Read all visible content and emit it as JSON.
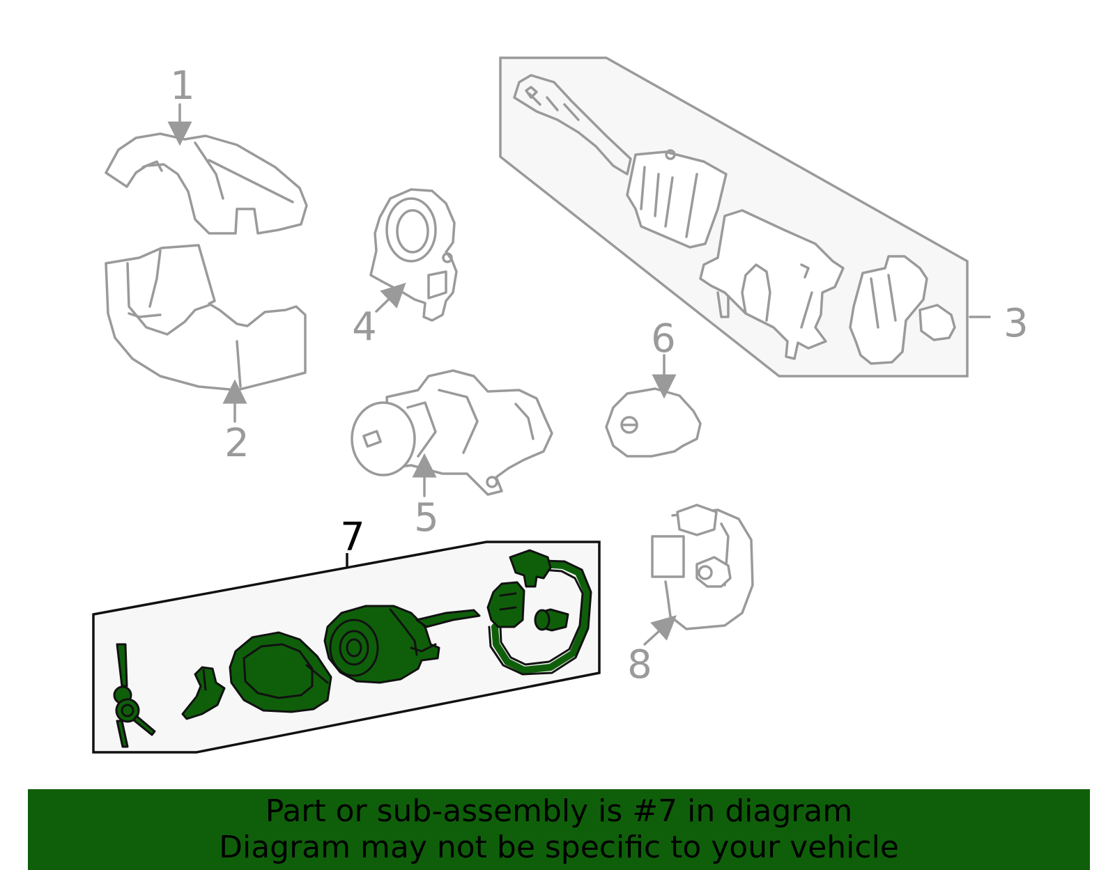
{
  "diagram": {
    "callouts": {
      "c1": "1",
      "c2": "2",
      "c3": "3",
      "c4": "4",
      "c5": "5",
      "c6": "6",
      "c7": "7",
      "c8": "8"
    },
    "highlighted_part": "7",
    "colors": {
      "highlight_fill": "#0f5f0a",
      "line_grey": "#9a9a9a",
      "box_fill": "#f7f7f7",
      "banner_bg": "#0f5f0a"
    }
  },
  "banner": {
    "line1": "Part or sub-assembly is #7 in diagram",
    "line2": "Diagram may not be specific to your vehicle"
  }
}
